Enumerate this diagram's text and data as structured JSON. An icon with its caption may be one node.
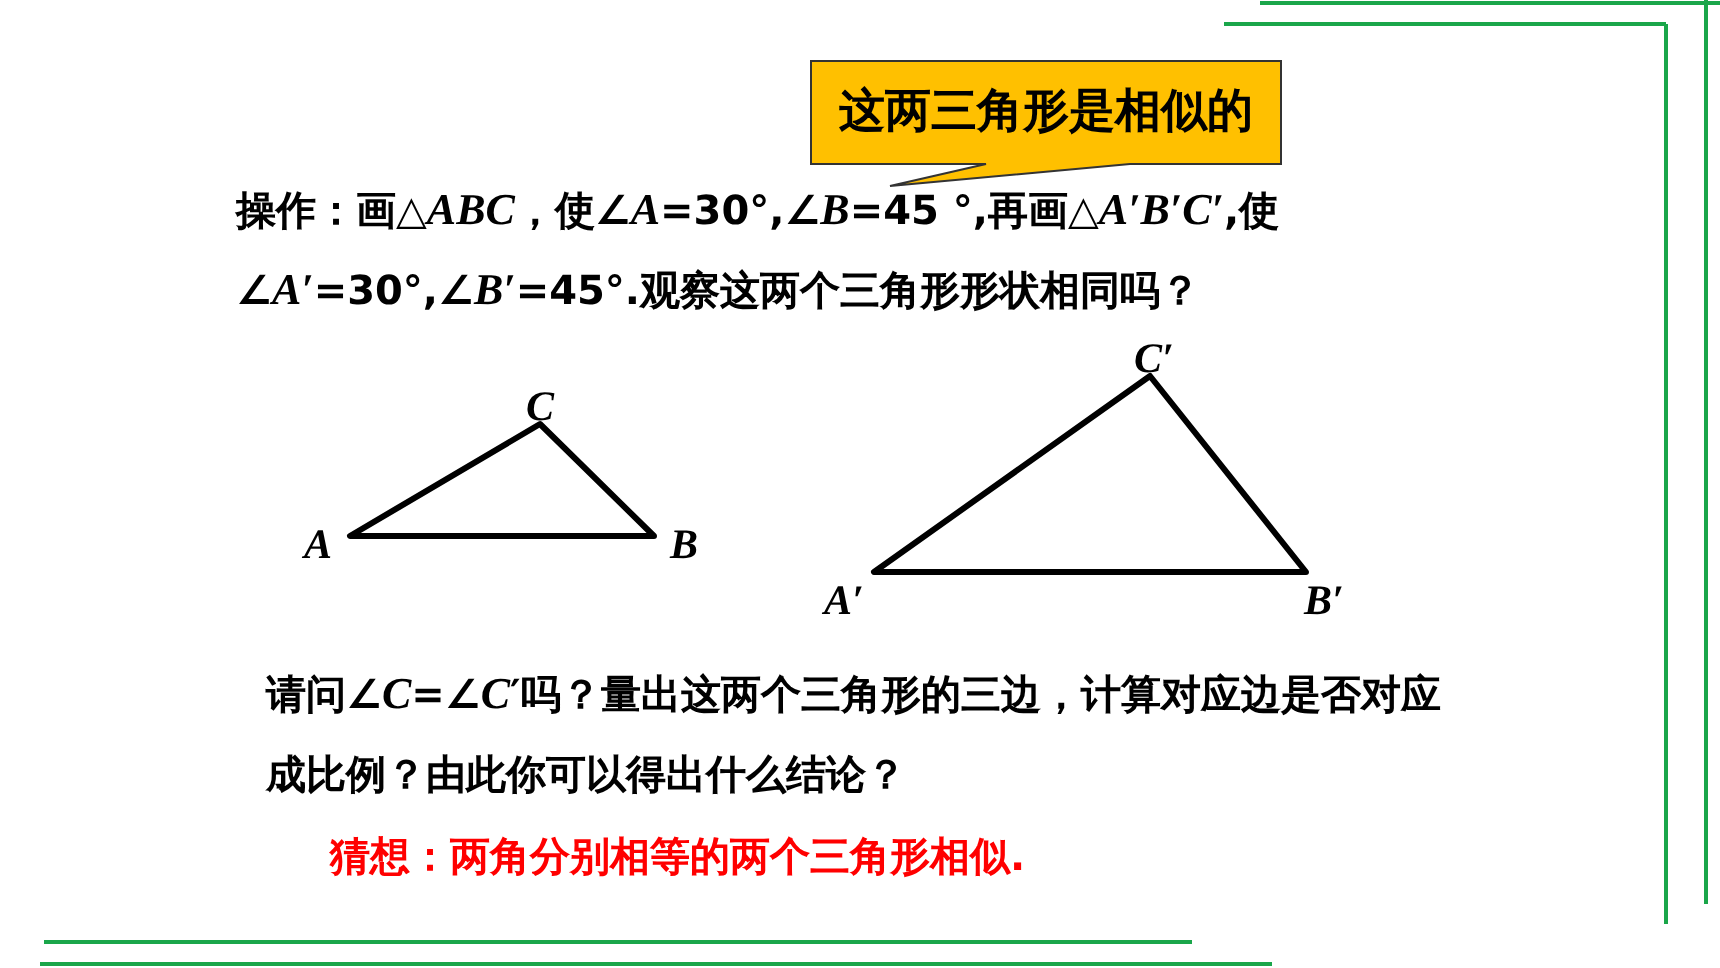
{
  "diagram": {
    "nodes": [
      {
        "text": [
          "这两三角形是相似的"
        ]
      }
    ],
    "edges": [],
    "labels": [
      "操作：画△*ABC*，使∠*A*=30°,∠*B*=45 °,再画△*A′B′C′*,使∠*A′*=30°,∠*B′*=45°.观察这两个三角形形状相同吗？",
      "C",
      "C′",
      "A",
      "B",
      "A′",
      "B′",
      "请问∠*C*=∠*C*′吗？量出这两个三角形的三边，计算对应边是否对应成比例？由此你可以得出什么结论？",
      "猜想：两角分别相等的两个三角形相似."
    ]
  }
}
